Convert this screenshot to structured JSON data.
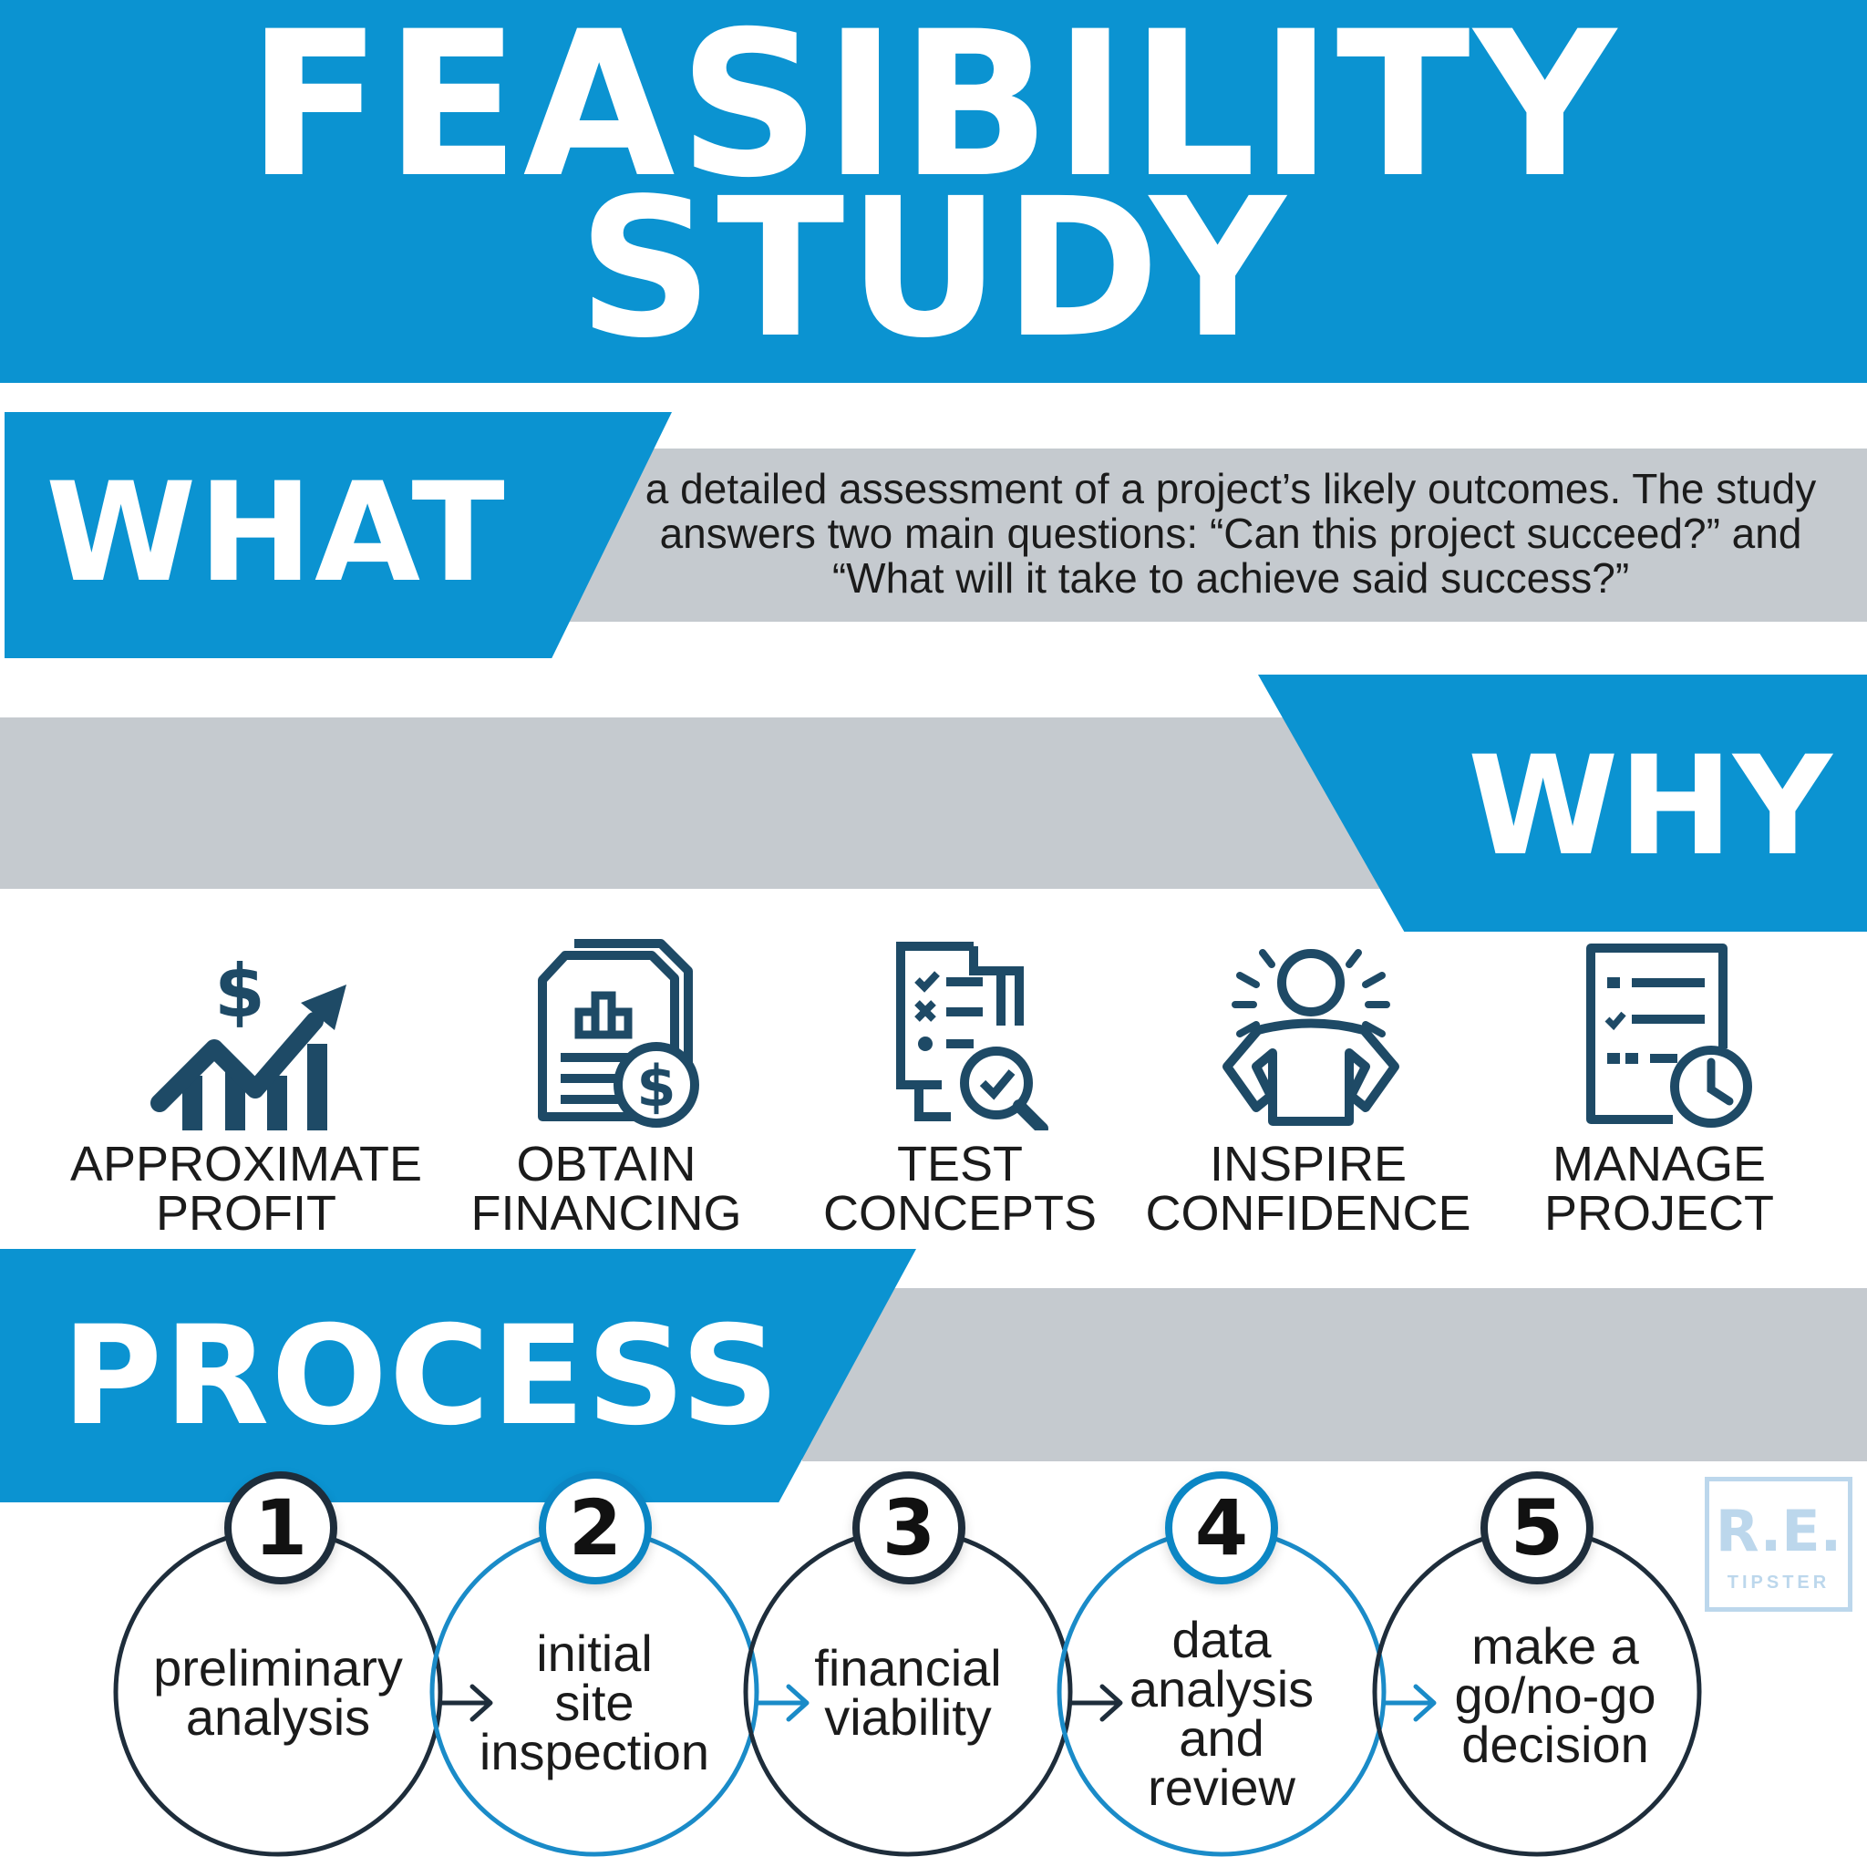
{
  "title": {
    "line1": "FEASIBILITY",
    "line2": "STUDY"
  },
  "what": {
    "label": "WHAT",
    "text": "a detailed assessment of a project’s likely outcomes. The study answers two main questions: “Can this project succeed?” and “What will it take to achieve said success?”"
  },
  "why": {
    "label": "WHY",
    "benefits": [
      {
        "label": "APPROXIMATE\nPROFIT",
        "icon": "profit-chart-icon"
      },
      {
        "label": "OBTAIN\nFINANCING",
        "icon": "financing-document-icon"
      },
      {
        "label": "TEST\nCONCEPTS",
        "icon": "checklist-magnifier-icon"
      },
      {
        "label": "INSPIRE\nCONFIDENCE",
        "icon": "confident-person-icon"
      },
      {
        "label": "MANAGE\nPROJECT",
        "icon": "project-schedule-icon"
      }
    ]
  },
  "process": {
    "label": "PROCESS",
    "steps": [
      {
        "number": "1",
        "label": "preliminary\nanalysis"
      },
      {
        "number": "2",
        "label": "initial\nsite\ninspection"
      },
      {
        "number": "3",
        "label": "financial\nviability"
      },
      {
        "number": "4",
        "label": "data\nanalysis\nand\nreview"
      },
      {
        "number": "5",
        "label": "make a\ngo/no-go\ndecision"
      }
    ]
  },
  "logo": {
    "main": "R.E.",
    "sub": "TIPSTER"
  },
  "colors": {
    "blue": "#0b93d1",
    "gray": "#c5cacf",
    "navy": "#1e2d3b",
    "icon": "#1e4a66"
  }
}
